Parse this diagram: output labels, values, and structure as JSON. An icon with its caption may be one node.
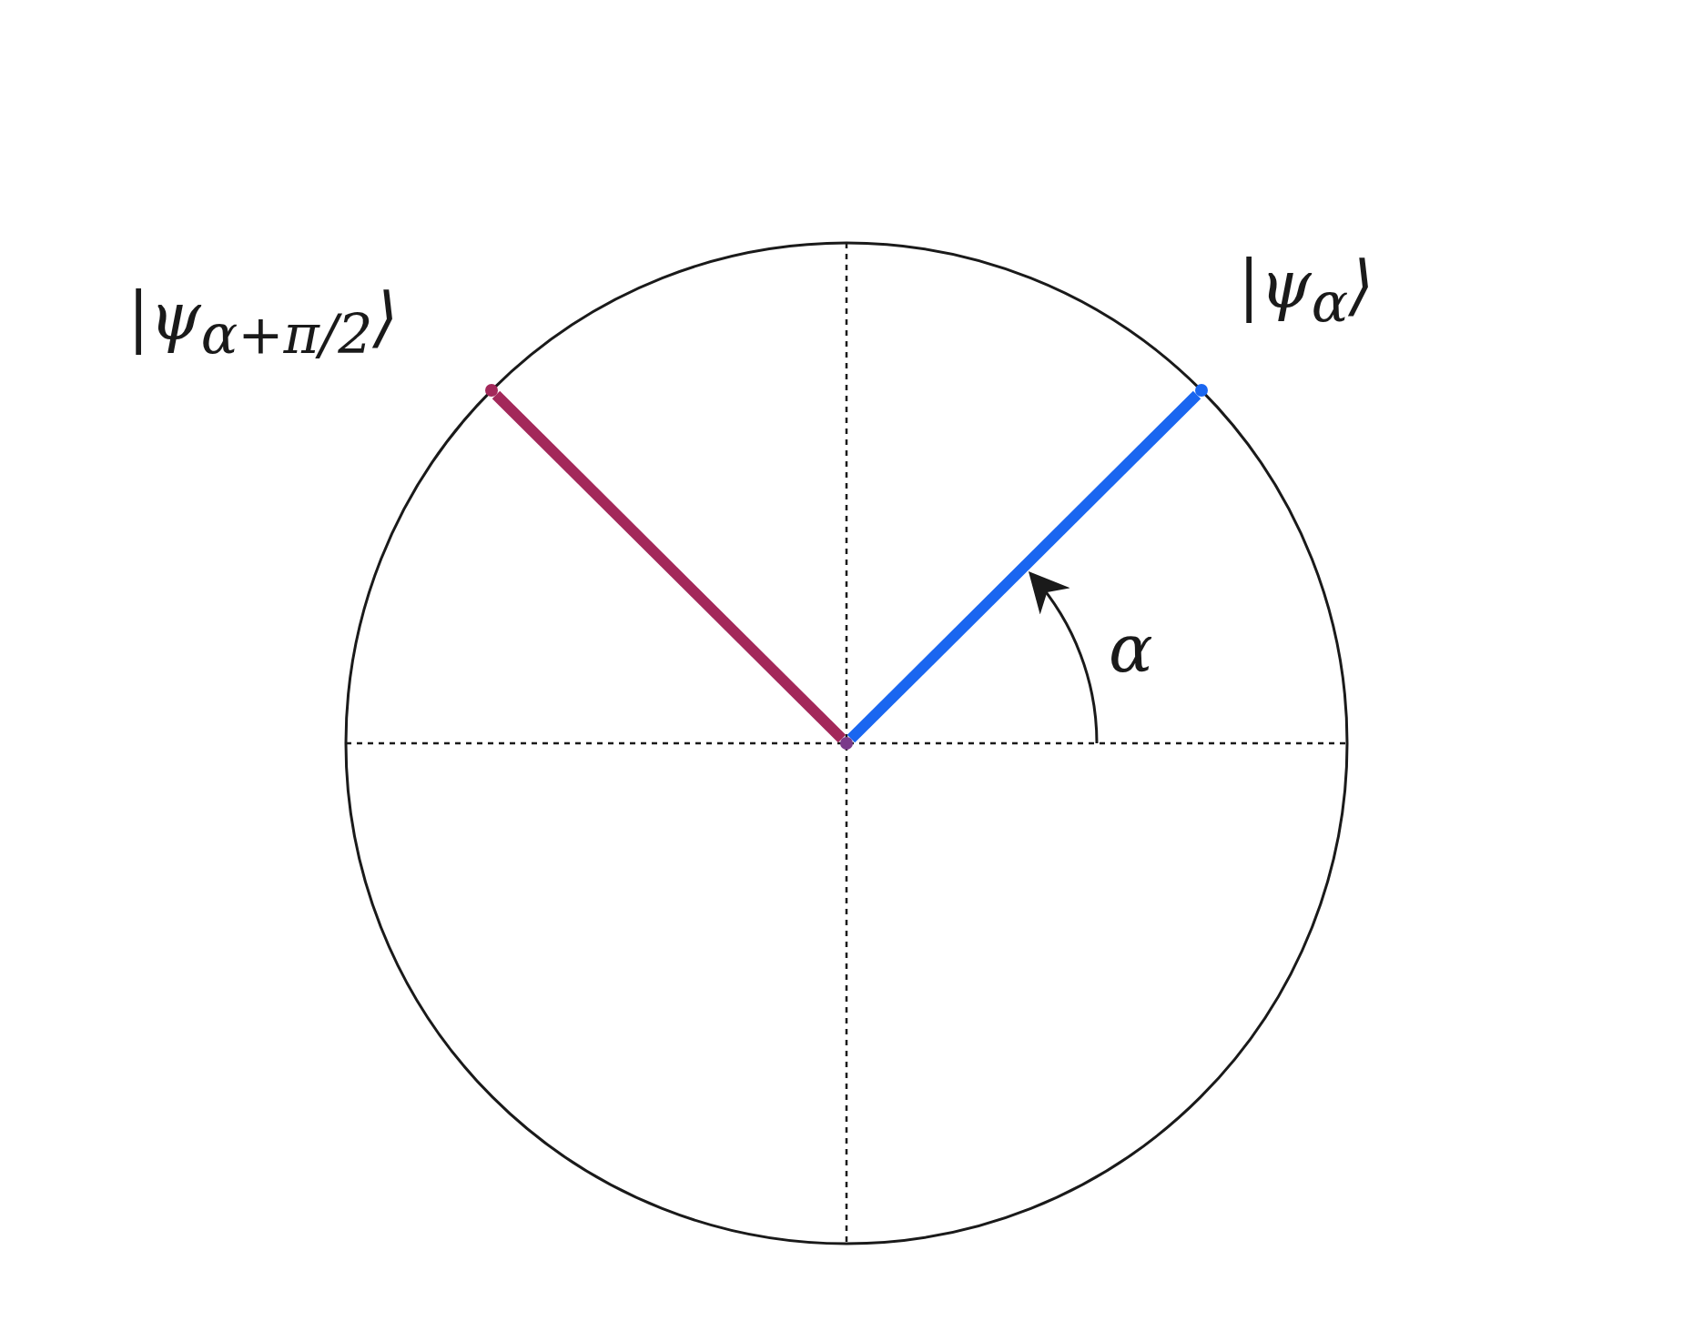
{
  "diagram": {
    "nodes": [
      {
        "text": [],
        "shape": "circle"
      },
      {
        "text": [],
        "shape": "circle",
        "beside": [
          "|ψ$_{α}$⟩"
        ]
      },
      {
        "text": [],
        "shape": "circle",
        "beside": [
          "|ψ$_{α+π/2}$⟩"
        ]
      }
    ],
    "edges": [
      {
        "from": 0,
        "to": 1,
        "arrow": "none",
        "color": "#1a66f0"
      },
      {
        "from": 0,
        "to": 2,
        "arrow": "none",
        "color": "#a3285a"
      }
    ],
    "labels": [
      "α"
    ]
  }
}
